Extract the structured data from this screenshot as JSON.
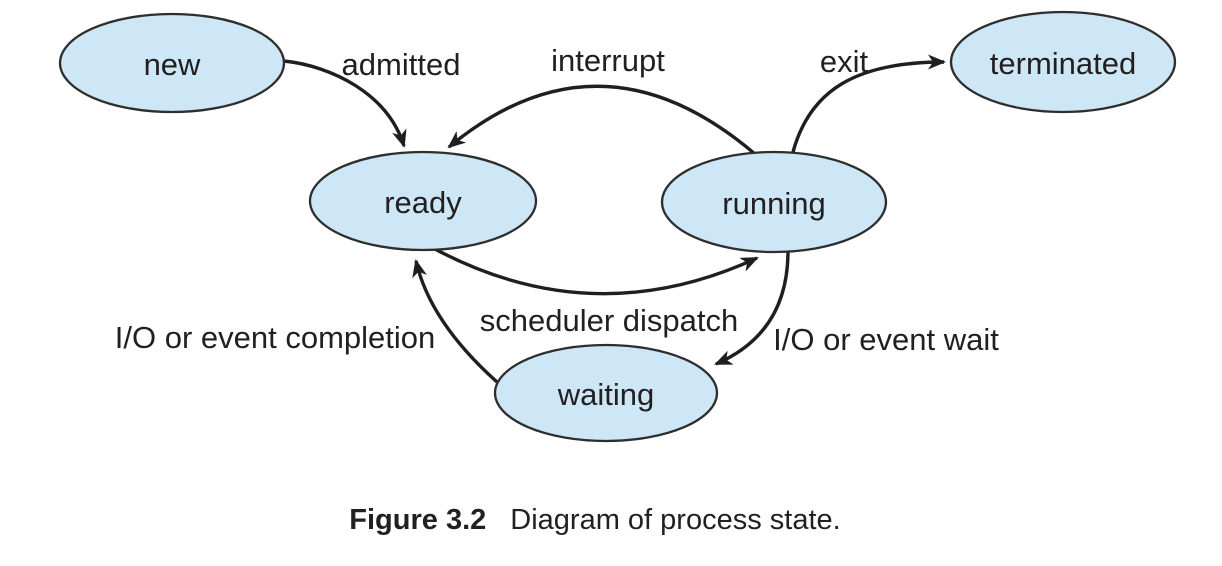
{
  "diagram": {
    "type": "state-diagram",
    "subject": "process states",
    "nodes": [
      {
        "id": "new",
        "label": "new"
      },
      {
        "id": "ready",
        "label": "ready"
      },
      {
        "id": "running",
        "label": "running"
      },
      {
        "id": "waiting",
        "label": "waiting"
      },
      {
        "id": "terminated",
        "label": "terminated"
      }
    ],
    "edges": [
      {
        "from": "new",
        "to": "ready",
        "label": "admitted"
      },
      {
        "from": "running",
        "to": "ready",
        "label": "interrupt"
      },
      {
        "from": "running",
        "to": "terminated",
        "label": "exit"
      },
      {
        "from": "ready",
        "to": "running",
        "label": "scheduler dispatch"
      },
      {
        "from": "running",
        "to": "waiting",
        "label": "I/O or event wait"
      },
      {
        "from": "waiting",
        "to": "ready",
        "label": "I/O or event completion"
      }
    ]
  },
  "caption": {
    "label": "Figure 3.2",
    "text": "Diagram of process state."
  },
  "colors": {
    "node_fill": "#cee7f6",
    "node_stroke": "#2e2e2e",
    "arrow": "#1f1f1f",
    "text": "#231f20",
    "background": "#ffffff"
  }
}
